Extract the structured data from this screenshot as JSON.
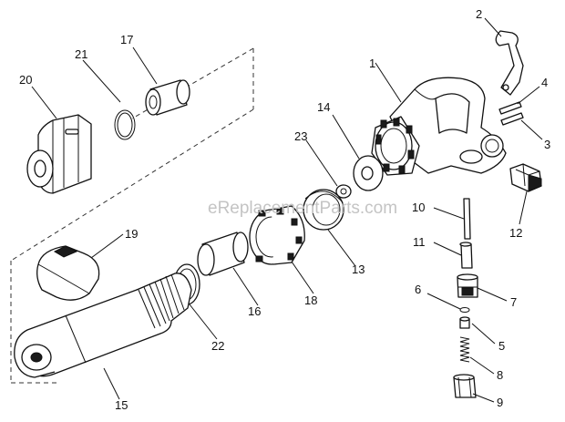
{
  "watermark": "eReplacementParts.com",
  "callouts": [
    {
      "id": "1",
      "text": "1"
    },
    {
      "id": "2",
      "text": "2"
    },
    {
      "id": "3",
      "text": "3"
    },
    {
      "id": "4",
      "text": "4"
    },
    {
      "id": "5",
      "text": "5"
    },
    {
      "id": "6",
      "text": "6"
    },
    {
      "id": "7",
      "text": "7"
    },
    {
      "id": "8",
      "text": "8"
    },
    {
      "id": "9",
      "text": "9"
    },
    {
      "id": "10",
      "text": "10"
    },
    {
      "id": "11",
      "text": "11"
    },
    {
      "id": "12",
      "text": "12"
    },
    {
      "id": "13",
      "text": "13"
    },
    {
      "id": "14",
      "text": "14"
    },
    {
      "id": "15",
      "text": "15"
    },
    {
      "id": "16",
      "text": "16"
    },
    {
      "id": "17",
      "text": "17"
    },
    {
      "id": "18",
      "text": "18"
    },
    {
      "id": "19",
      "text": "19"
    },
    {
      "id": "20",
      "text": "20"
    },
    {
      "id": "21",
      "text": "21"
    },
    {
      "id": "22",
      "text": "22"
    },
    {
      "id": "23",
      "text": "23"
    }
  ]
}
